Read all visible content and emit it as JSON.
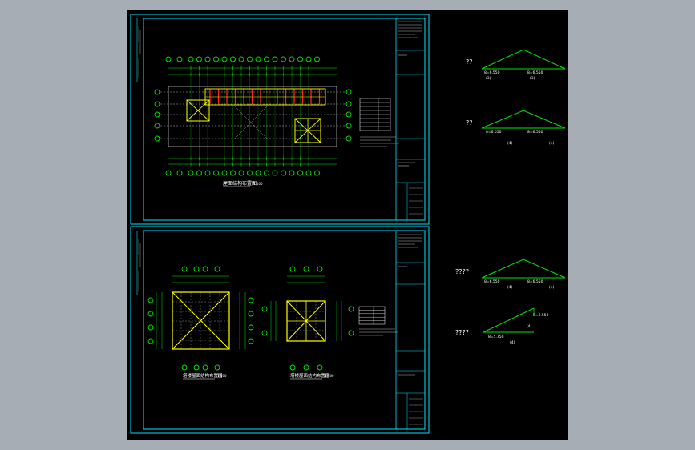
{
  "colors": {
    "background": "#000000",
    "frame": "#00e5ff",
    "axis": "#00e600",
    "highlight": "#ffff00",
    "rafter": "#ff2020",
    "grid": "#b8b8b8",
    "text": "#ffffff"
  },
  "sheet_top": {
    "plan_title": "屋面结构布置图",
    "scale": "1:100"
  },
  "sheet_bottom": {
    "left_plan_title": "塔楼屋面结构布置图",
    "right_plan_title": "塔楼屋面结构布置图",
    "scale": "1:100"
  },
  "sections": [
    {
      "label": "??",
      "elev_left": "8=6.550",
      "elev_right": "8=6.550",
      "note_left": "(3)",
      "note_right": "(3)"
    },
    {
      "label": "??",
      "elev_left": "8=6.050",
      "elev_right": "8=6.550",
      "note_left": "(4)",
      "note_right": "(4)"
    },
    {
      "label": "????",
      "elev_left": "8=6.550",
      "elev_right": "8=6.550",
      "note_left": "(4)",
      "note_right": "(4)"
    },
    {
      "label": "????",
      "elev_left": "8=5.750",
      "elev_right": "8=6.550",
      "note_left": "(4)",
      "note_right": "(4)"
    }
  ]
}
